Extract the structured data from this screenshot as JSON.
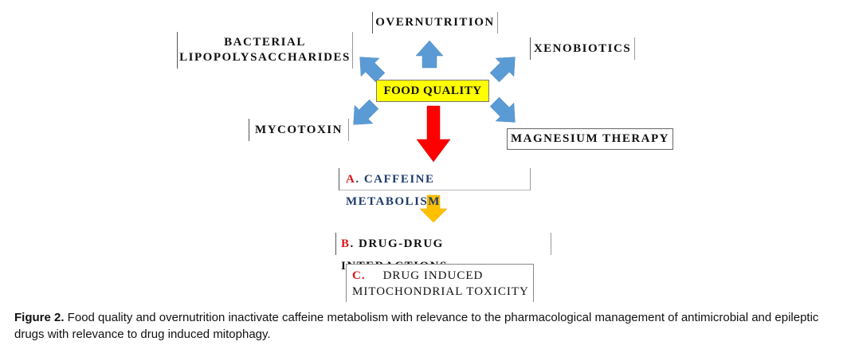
{
  "diagram": {
    "center": {
      "label": "FOOD QUALITY",
      "fill": "#ffff00"
    },
    "factors": {
      "overnutrition": "OVERNUTRITION",
      "bacterial_line1": "BACTERIAL",
      "bacterial_line2": "LIPOPOLYSACCHARIDES",
      "xenobiotics": "XENOBIOTICS",
      "mycotoxin": "MYCOTOXIN",
      "magnesium": "MAGNESIUM THERAPY"
    },
    "steps": {
      "a_letter": "A",
      "a_text": ". CAFFEINE METABOLISM",
      "b_letter": "B",
      "b_text": ". DRUG-DRUG INTERACTIONS",
      "c_letter": "C.",
      "c_text_line1": "DRUG INDUCED",
      "c_text_line2": "MITOCHONDRIAL TOXICITY"
    },
    "colors": {
      "blue_arrow": "#5b9bd5",
      "red_arrow": "#ff0000",
      "orange_arrow": "#ffc000",
      "step_letter": "#e0141a",
      "step_a_text": "#1f3b6e"
    }
  },
  "caption": {
    "label": "Figure 2.",
    "text": " Food quality and overnutrition inactivate caffeine metabolism with relevance to the pharmacological management of antimicrobial and epileptic drugs with relevance to drug induced mitophagy."
  }
}
